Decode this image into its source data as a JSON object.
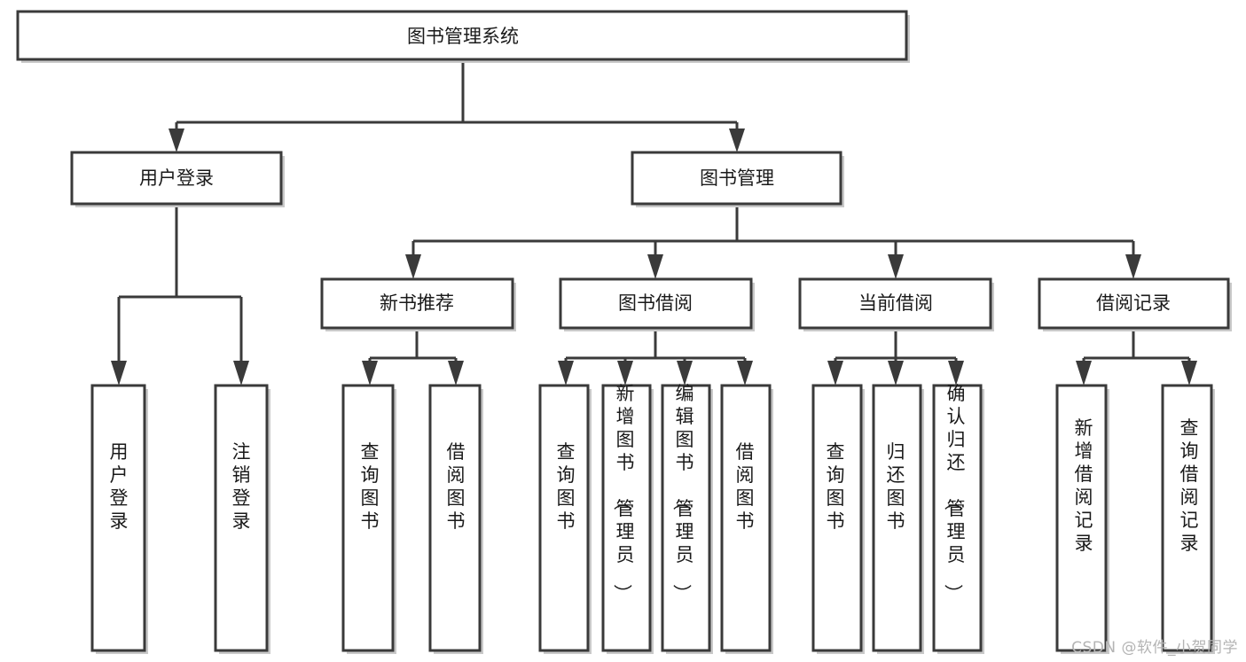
{
  "diagram": {
    "title": "图书管理系统",
    "type": "tree-hierarchy-functional-structure",
    "watermark": "CSDN @软件_小贺同学",
    "colors": {
      "stroke": "#3a3a3a",
      "fill": "#ffffff",
      "text": "#1a1a1a",
      "watermark": "#b4b4b4"
    },
    "root": {
      "id": "root",
      "label": "图书管理系统",
      "orientation": "horizontal"
    },
    "level2": [
      {
        "id": "user-login",
        "label": "用户登录",
        "orientation": "horizontal"
      },
      {
        "id": "book-management",
        "label": "图书管理",
        "orientation": "horizontal"
      }
    ],
    "level3": [
      {
        "id": "new-book-recommend",
        "label": "新书推荐",
        "parent": "book-management",
        "orientation": "horizontal"
      },
      {
        "id": "book-borrow",
        "label": "图书借阅",
        "parent": "book-management",
        "orientation": "horizontal"
      },
      {
        "id": "current-borrow",
        "label": "当前借阅",
        "parent": "book-management",
        "orientation": "horizontal"
      },
      {
        "id": "borrow-record",
        "label": "借阅记录",
        "parent": "book-management",
        "orientation": "horizontal"
      }
    ],
    "leaves": [
      {
        "id": "leaf-user-login",
        "label": "用户登录",
        "parent": "user-login",
        "orientation": "vertical"
      },
      {
        "id": "leaf-user-logout",
        "label": "注销登录",
        "parent": "user-login",
        "orientation": "vertical"
      },
      {
        "id": "leaf-query-book-1",
        "label": "查询图书",
        "parent": "new-book-recommend",
        "orientation": "vertical"
      },
      {
        "id": "leaf-borrow-book-1",
        "label": "借阅图书",
        "parent": "new-book-recommend",
        "orientation": "vertical"
      },
      {
        "id": "leaf-query-book-2",
        "label": "查询图书",
        "parent": "book-borrow",
        "orientation": "vertical"
      },
      {
        "id": "leaf-add-book",
        "label": "新增图书（管理员）",
        "parent": "book-borrow",
        "orientation": "vertical"
      },
      {
        "id": "leaf-edit-book",
        "label": "编辑图书（管理员）",
        "parent": "book-borrow",
        "orientation": "vertical"
      },
      {
        "id": "leaf-borrow-book-2",
        "label": "借阅图书",
        "parent": "book-borrow",
        "orientation": "vertical"
      },
      {
        "id": "leaf-query-book-3",
        "label": "查询图书",
        "parent": "current-borrow",
        "orientation": "vertical"
      },
      {
        "id": "leaf-return-book",
        "label": "归还图书",
        "parent": "current-borrow",
        "orientation": "vertical"
      },
      {
        "id": "leaf-confirm-return",
        "label": "确认归还（管理员）",
        "parent": "current-borrow",
        "orientation": "vertical"
      },
      {
        "id": "leaf-add-record",
        "label": "新增借阅记录",
        "parent": "borrow-record",
        "orientation": "vertical"
      },
      {
        "id": "leaf-query-record",
        "label": "查询借阅记录",
        "parent": "borrow-record",
        "orientation": "vertical"
      }
    ]
  }
}
